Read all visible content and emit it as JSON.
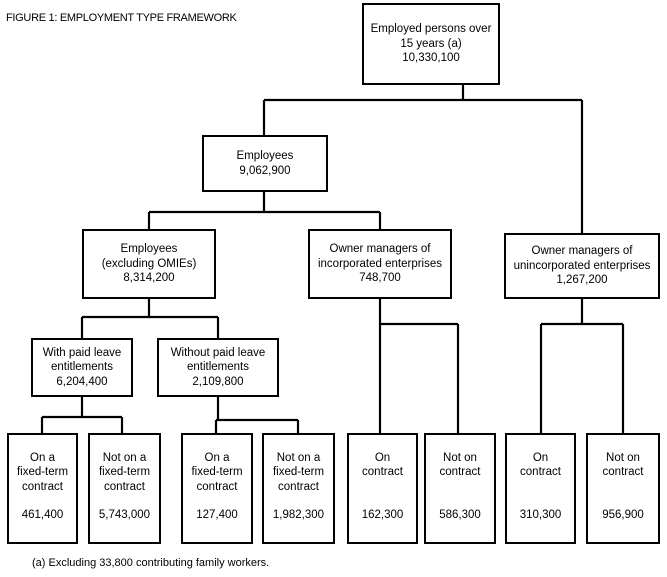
{
  "figure_title": "FIGURE 1: EMPLOYMENT TYPE FRAMEWORK",
  "footnote": "(a) Excluding 33,800 contributing family workers.",
  "nodes": {
    "employed": {
      "lines": [
        "Employed persons over",
        "15 years (a)",
        "10,330,100"
      ]
    },
    "employees": {
      "lines": [
        "Employees",
        "9,062,900"
      ]
    },
    "employees_excl_omies": {
      "lines": [
        "Employees",
        "(excluding OMIEs)",
        "8,314,200"
      ]
    },
    "omie": {
      "lines": [
        "Owner managers of",
        "incorporated enterprises",
        "748,700"
      ]
    },
    "omue": {
      "lines": [
        "Owner managers of",
        "unincorporated enterprises",
        "1,267,200"
      ]
    },
    "paid_leave": {
      "lines": [
        "With paid leave",
        "entitlements",
        "6,204,400"
      ]
    },
    "no_paid_leave": {
      "lines": [
        "Without paid leave",
        "entitlements",
        "2,109,800"
      ]
    },
    "pl_fixed": {
      "lines": [
        "On a",
        "fixed-term",
        "contract"
      ],
      "value": "461,400"
    },
    "pl_not_fixed": {
      "lines": [
        "Not on a",
        "fixed-term",
        "contract"
      ],
      "value": "5,743,000"
    },
    "npl_fixed": {
      "lines": [
        "On a",
        "fixed-term",
        "contract"
      ],
      "value": "127,400"
    },
    "npl_not_fixed": {
      "lines": [
        "Not on a",
        "fixed-term",
        "contract"
      ],
      "value": "1,982,300"
    },
    "omie_on": {
      "lines": [
        "On",
        "contract"
      ],
      "value": "162,300"
    },
    "omie_not": {
      "lines": [
        "Not on",
        "contract"
      ],
      "value": "586,300"
    },
    "omue_on": {
      "lines": [
        "On",
        "contract"
      ],
      "value": "310,300"
    },
    "omue_not": {
      "lines": [
        "Not on",
        "contract"
      ],
      "value": "956,900"
    }
  }
}
